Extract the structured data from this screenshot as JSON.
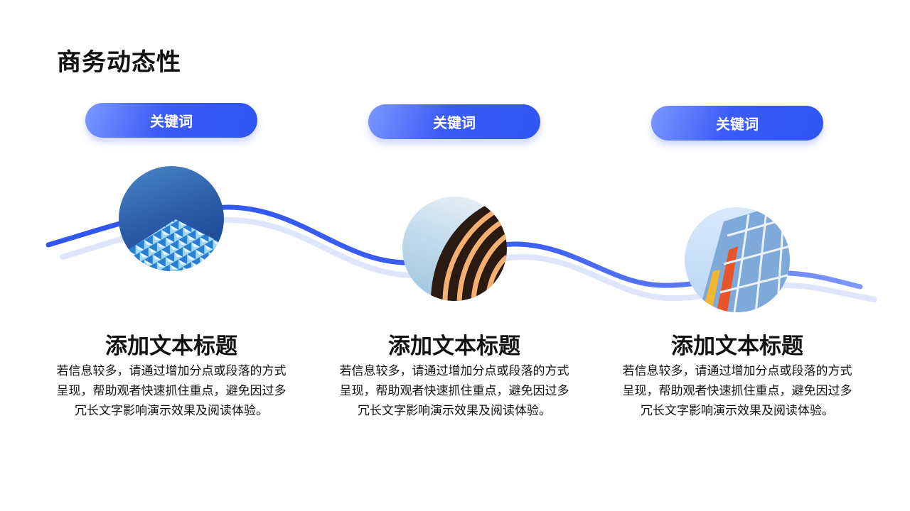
{
  "slide": {
    "title": "商务动态性"
  },
  "accent": "#2f55f3",
  "items": [
    {
      "keyword": "关键词",
      "image": "blue-triangular-glass-facade",
      "heading": "添加文本标题",
      "body": "若信息较多，请通过增加分点或段落的方式呈现，帮助观者快速抓住重点，避免因过多冗长文字影响演示效果及阅读体验。"
    },
    {
      "keyword": "关键词",
      "image": "orange-curved-building-facade",
      "heading": "添加文本标题",
      "body": "若信息较多，请通过增加分点或段落的方式呈现，帮助观者快速抓住重点，避免因过多冗长文字影响演示效果及阅读体验。"
    },
    {
      "keyword": "关键词",
      "image": "glass-building-with-colored-panels",
      "heading": "添加文本标题",
      "body": "若信息较多，请通过增加分点或段落的方式呈现，帮助观者快速抓住重点，避免因过多冗长文字影响演示效果及阅读体验。"
    }
  ]
}
